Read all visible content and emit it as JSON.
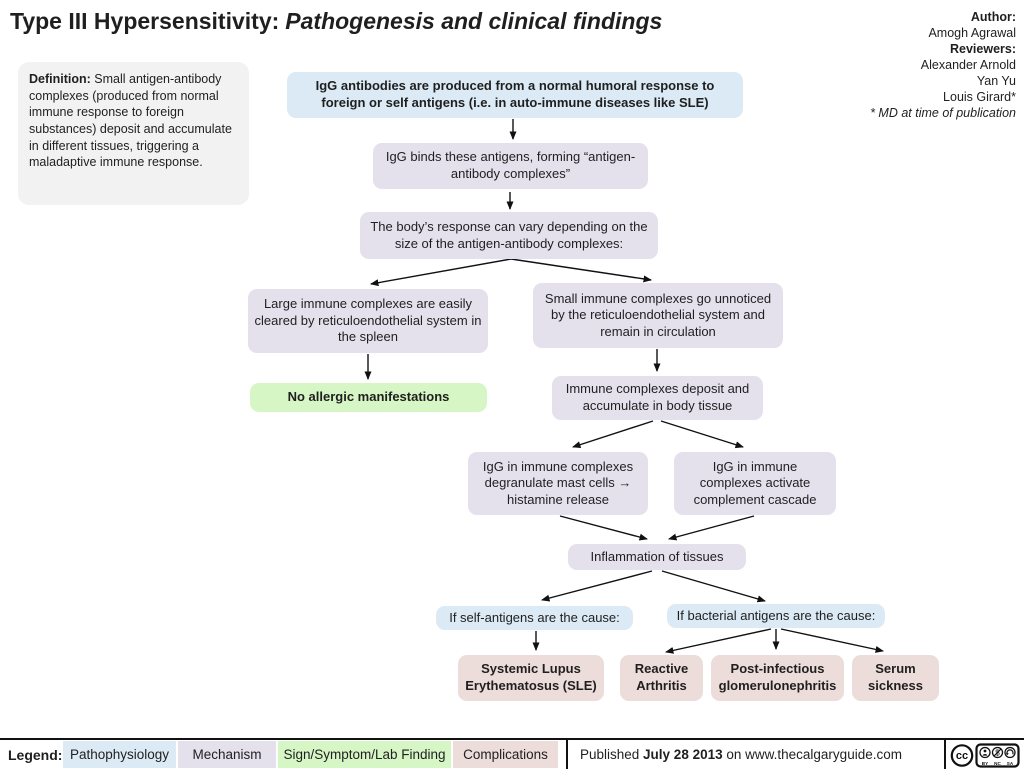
{
  "title": {
    "part1": "Type III Hypersensitivity:",
    "part2": "Pathogenesis and clinical findings"
  },
  "credits": {
    "author_label": "Author:",
    "author": "Amogh Agrawal",
    "reviewers_label": "Reviewers:",
    "reviewers": [
      "Alexander Arnold",
      "Yan Yu",
      "Louis Girard*"
    ],
    "note": "* MD at time of publication"
  },
  "definition": {
    "label": "Definition:",
    "text": " Small antigen-antibody complexes (produced from normal immune response to foreign substances) deposit and accumulate in different tissues, triggering a maladaptive immune response."
  },
  "nodes": {
    "igg_produced": {
      "category": "pathophysiology",
      "text": "IgG antibodies are produced from a normal humoral response to foreign or self antigens (i.e. in auto-immune diseases like SLE)"
    },
    "igg_binds": {
      "category": "mechanism",
      "text": "IgG binds these antigens, forming “antigen-antibody complexes”"
    },
    "body_response": {
      "category": "mechanism",
      "text": "The body’s response can vary depending on the size of the antigen-antibody complexes:"
    },
    "large_complexes": {
      "category": "mechanism",
      "text": "Large immune complexes are easily cleared by reticuloendothelial system in the spleen"
    },
    "no_allergic": {
      "category": "sign-symptom-lab-finding",
      "text": "No allergic manifestations"
    },
    "small_complexes": {
      "category": "mechanism",
      "text": "Small immune complexes go unnoticed by the reticuloendothelial system and remain in circulation"
    },
    "deposit": {
      "category": "mechanism",
      "text": "Immune complexes deposit and accumulate in body tissue"
    },
    "degranulate": {
      "category": "mechanism",
      "text": "IgG in immune complexes degranulate mast cells → histamine release"
    },
    "complement": {
      "category": "mechanism",
      "text": "IgG in immune complexes activate complement cascade"
    },
    "inflammation": {
      "category": "mechanism",
      "text": "Inflammation of tissues"
    },
    "self_antigens": {
      "category": "pathophysiology",
      "text": "If self-antigens are the cause:"
    },
    "bacterial_antigens": {
      "category": "pathophysiology",
      "text": "If bacterial antigens are the cause:"
    },
    "sle": {
      "category": "complication",
      "text": "Systemic Lupus Erythematosus (SLE)"
    },
    "reactive_arthritis": {
      "category": "complication",
      "text": "Reactive Arthritis"
    },
    "post_infectious": {
      "category": "complication",
      "text": "Post-infectious glomerulonephritis"
    },
    "serum_sickness": {
      "category": "complication",
      "text": "Serum sickness"
    }
  },
  "legend": {
    "label": "Legend:",
    "items": [
      {
        "label": "Pathophysiology",
        "color": "#dbeaf4"
      },
      {
        "label": "Mechanism",
        "color": "#e4e1ed"
      },
      {
        "label": "Sign/Symptom/Lab Finding",
        "color": "#d7f6c6"
      },
      {
        "label": "Complications",
        "color": "#ecdcda"
      }
    ]
  },
  "footer": {
    "published_prefix": "Published ",
    "published_date": "July 28 2013",
    "published_suffix": " on www.thecalgaryguide.com",
    "license": {
      "cc": "cc",
      "terms": [
        "BY",
        "NC",
        "SA"
      ]
    }
  },
  "colors": {
    "pathophysiology": "#dbeaf4",
    "mechanism": "#e4e1ed",
    "sign_symptom": "#d7f6c6",
    "complication": "#ecdcda",
    "definition_bg": "#f2f2f2",
    "text": "#1f1f1f"
  }
}
